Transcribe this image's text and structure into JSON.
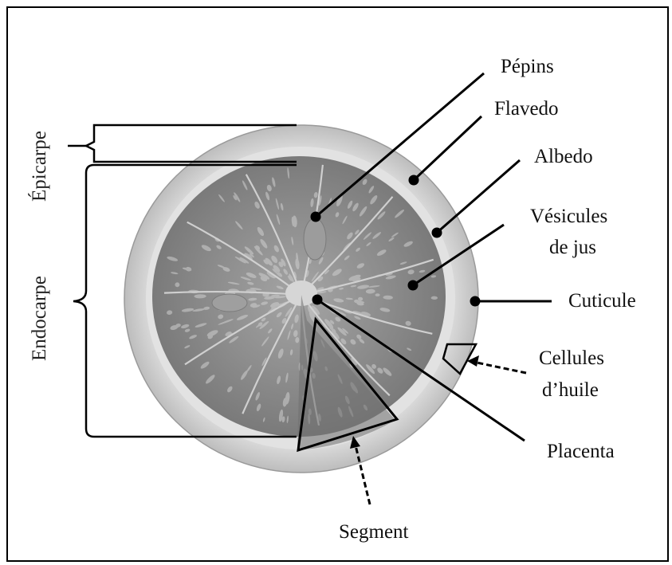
{
  "labels": {
    "pepins": "Pépins",
    "flavedo": "Flavedo",
    "albedo": "Albedo",
    "vesicules_line1": "Vésicules",
    "vesicules_line2": "de jus",
    "cuticule": "Cuticule",
    "cellules_line1": "Cellules",
    "cellules_line2": "d’huile",
    "placenta": "Placenta",
    "segment": "Segment",
    "epicarpe": "Épicarpe",
    "endocarpe": "Endocarpe"
  },
  "colors": {
    "peel": "#d4d4d4",
    "peel_edge": "#b9b9b9",
    "pulp": "#8a8a8a",
    "pulp_dark": "#6e6e6e",
    "vesicle": "#c8c8c8",
    "ink": "#000000"
  }
}
